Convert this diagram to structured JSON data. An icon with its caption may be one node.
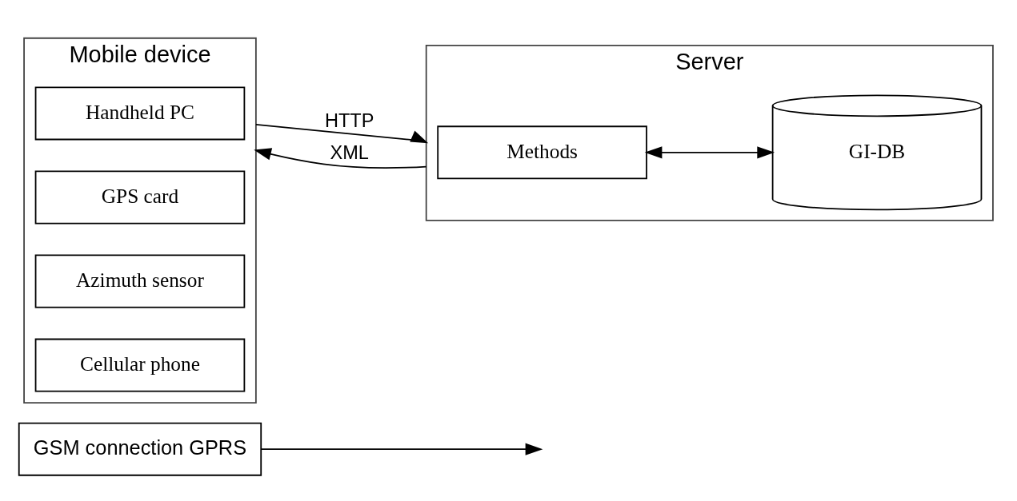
{
  "diagram": {
    "nodes": [
      {
        "text": [
          "GSM connection GPRS"
        ]
      },
      {
        "text": [
          "Mobile device"
        ]
      },
      {
        "text": [
          "Handheld PC"
        ],
        "in": 1
      },
      {
        "text": [
          "GPS card"
        ],
        "in": 1
      },
      {
        "text": [
          "Azimuth sensor"
        ],
        "in": 1
      },
      {
        "text": [
          "Cellular phone"
        ],
        "in": 1
      },
      {
        "text": [
          "Server"
        ]
      },
      {
        "text": [
          "Methods"
        ],
        "in": 6
      },
      {
        "text": [
          "GI-DB"
        ],
        "in": 6
      }
    ],
    "edges": [
      {
        "from": 0,
        "to": null,
        "arrow": "to"
      },
      {
        "from": 1,
        "to": 6,
        "arrow": "to",
        "label": "HTTP"
      },
      {
        "from": 6,
        "to": 1,
        "arrow": "to",
        "label": "XML"
      },
      {
        "from": 7,
        "to": 8,
        "arrow": "both"
      }
    ]
  }
}
